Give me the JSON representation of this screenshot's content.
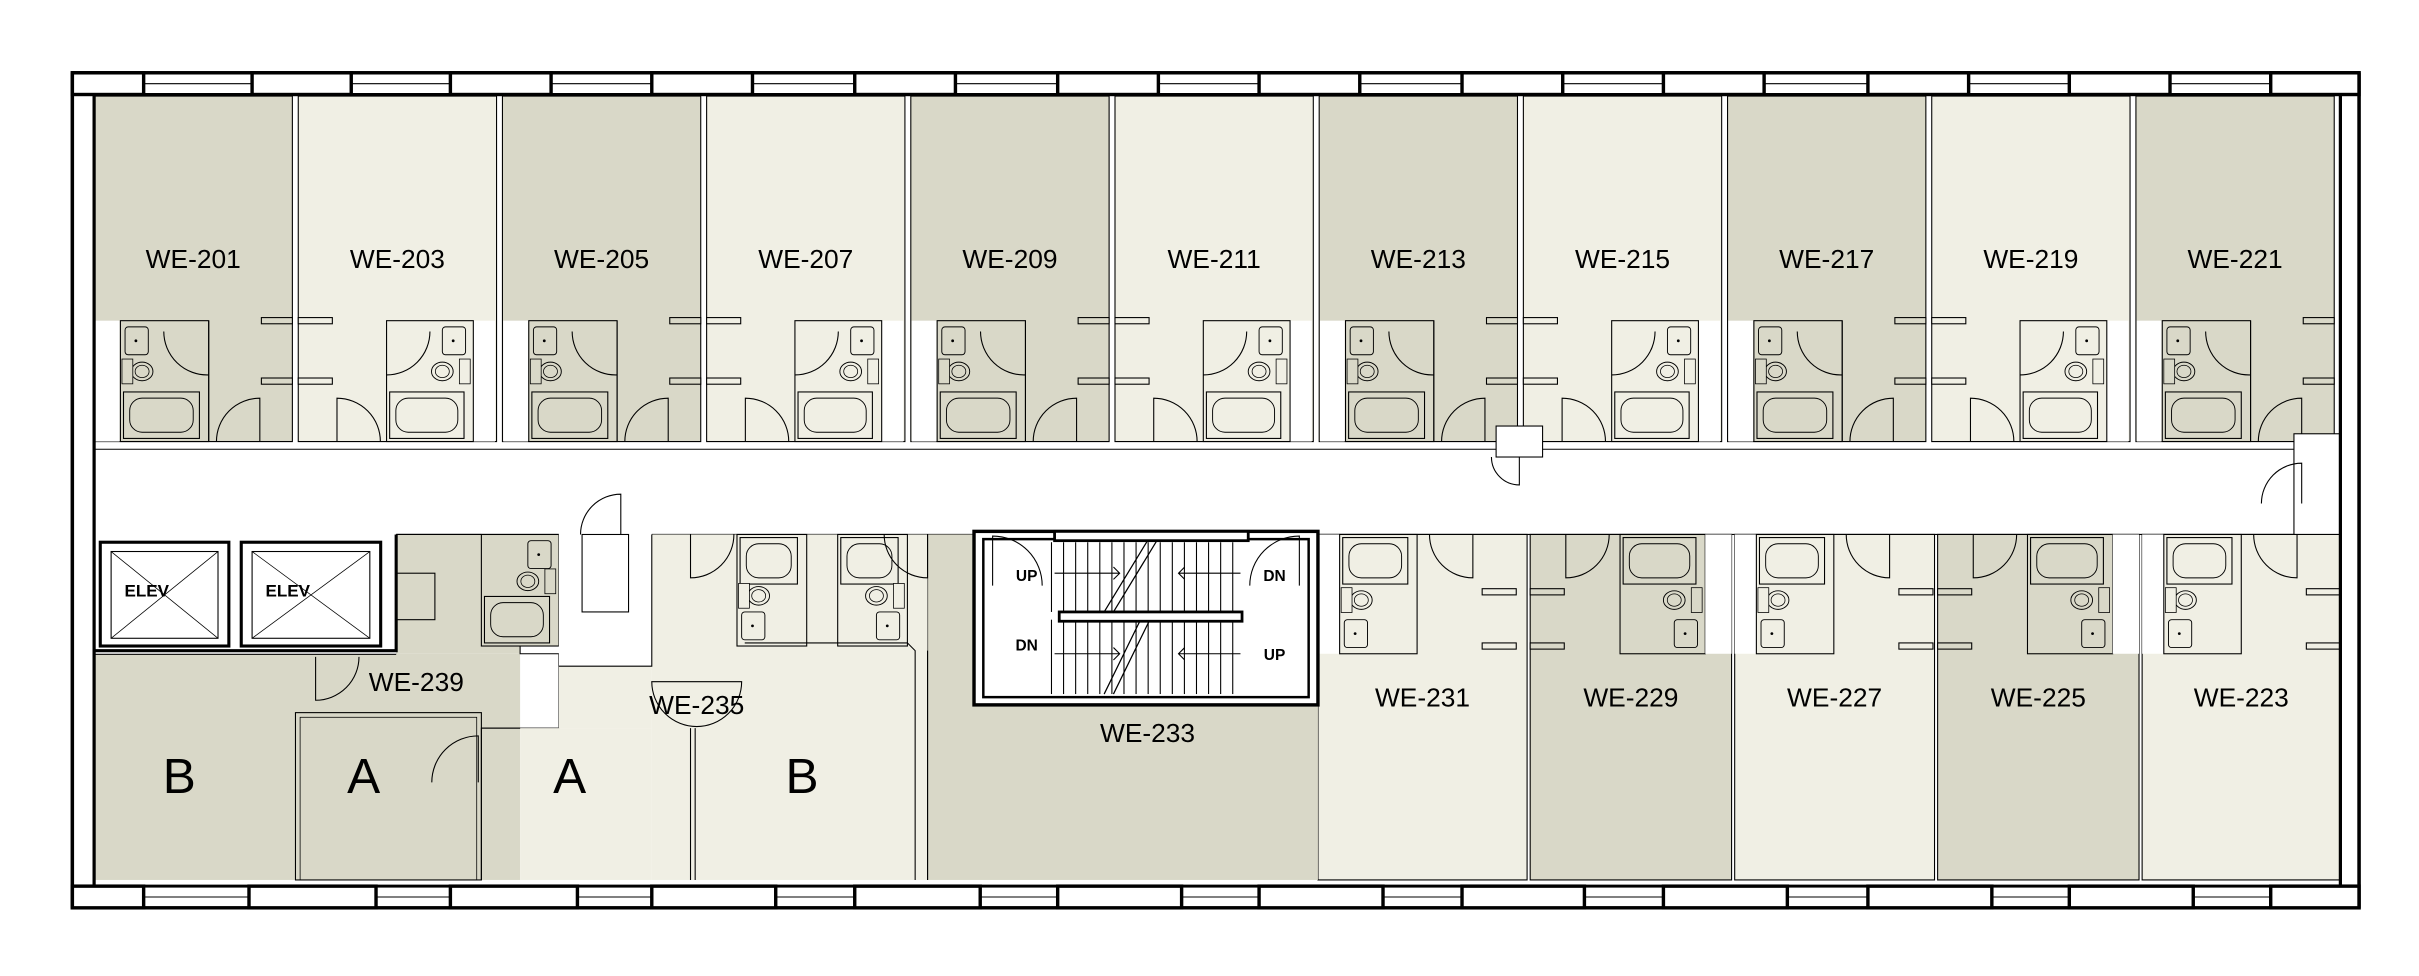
{
  "floor_plan": {
    "top_rooms": [
      "WE-201",
      "WE-203",
      "WE-205",
      "WE-207",
      "WE-209",
      "WE-211",
      "WE-213",
      "WE-215",
      "WE-217",
      "WE-219",
      "WE-221"
    ],
    "bottom_rooms": [
      "WE-231",
      "WE-229",
      "WE-227",
      "WE-225",
      "WE-223"
    ],
    "suite_west": "WE-239",
    "suite_east": "WE-235",
    "stair_room": "WE-233",
    "elevators": [
      "ELEV",
      "ELEV"
    ],
    "bedrooms": [
      "B",
      "A",
      "A",
      "B"
    ],
    "stair_labels": {
      "up_top": "UP",
      "dn_top": "DN",
      "dn_bottom": "DN",
      "up_bottom": "UP"
    }
  },
  "colors": {
    "dark_room": "#d9d8c8",
    "light_room": "#f0efe4",
    "wall": "#000000",
    "corridor": "#ffffff"
  }
}
